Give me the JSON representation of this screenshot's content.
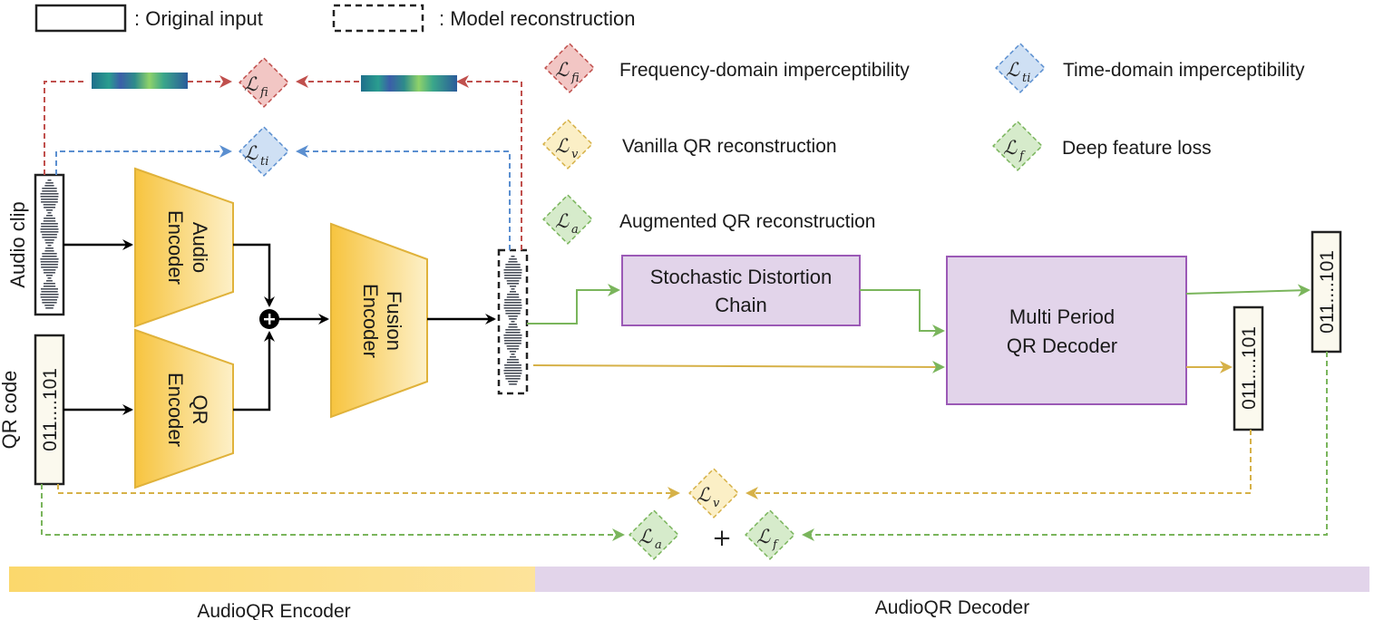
{
  "legend": {
    "original_label": ": Original input",
    "model_label": ": Model reconstruction"
  },
  "loss_legend": [
    {
      "symbol": "ℒ",
      "sub": "fi",
      "label": "Frequency-domain imperceptibility",
      "color": "#e8a3a3"
    },
    {
      "symbol": "ℒ",
      "sub": "ti",
      "label": "Time-domain imperceptibility",
      "color": "#a9c8ea"
    },
    {
      "symbol": "ℒ",
      "sub": "v",
      "label": "Vanilla QR reconstruction",
      "color": "#f5e3a8"
    },
    {
      "symbol": "ℒ",
      "sub": "f",
      "label": "Deep feature loss",
      "color": "#b9dcaa"
    },
    {
      "symbol": "ℒ",
      "sub": "a",
      "label": "Augmented QR reconstruction",
      "color": "#b9dcaa"
    }
  ],
  "inputs": {
    "audio_label": "Audio clip",
    "qr_label": "QR code",
    "qr_bits": "011....101"
  },
  "encoders": {
    "audio": [
      "Audio",
      "Encoder"
    ],
    "qr": [
      "QR",
      "Encoder"
    ],
    "fusion": [
      "Fusion",
      "Encoder"
    ]
  },
  "blocks": {
    "distortion": [
      "Stochastic Distortion",
      "Chain"
    ],
    "decoder": [
      "Multi Period",
      "QR Decoder"
    ]
  },
  "outputs": {
    "bits_a": "011....101",
    "bits_b": "011....101"
  },
  "losses": {
    "fi": {
      "symbol": "ℒ",
      "sub": "fi"
    },
    "ti": {
      "symbol": "ℒ",
      "sub": "ti"
    },
    "v": {
      "symbol": "ℒ",
      "sub": "v"
    },
    "a": {
      "symbol": "ℒ",
      "sub": "a"
    },
    "f": {
      "symbol": "ℒ",
      "sub": "f"
    },
    "plus": "+"
  },
  "footer": {
    "encoder": "AudioQR Encoder",
    "decoder": "AudioQR Decoder"
  },
  "colors": {
    "red": "#c0504d",
    "blue": "#5b8fd0",
    "gold": "#d6b148",
    "green": "#7ab55c",
    "purple_fill": "#e2d4ea",
    "purple_stroke": "#9b59b6",
    "encoder_fill": "#f6c342"
  }
}
